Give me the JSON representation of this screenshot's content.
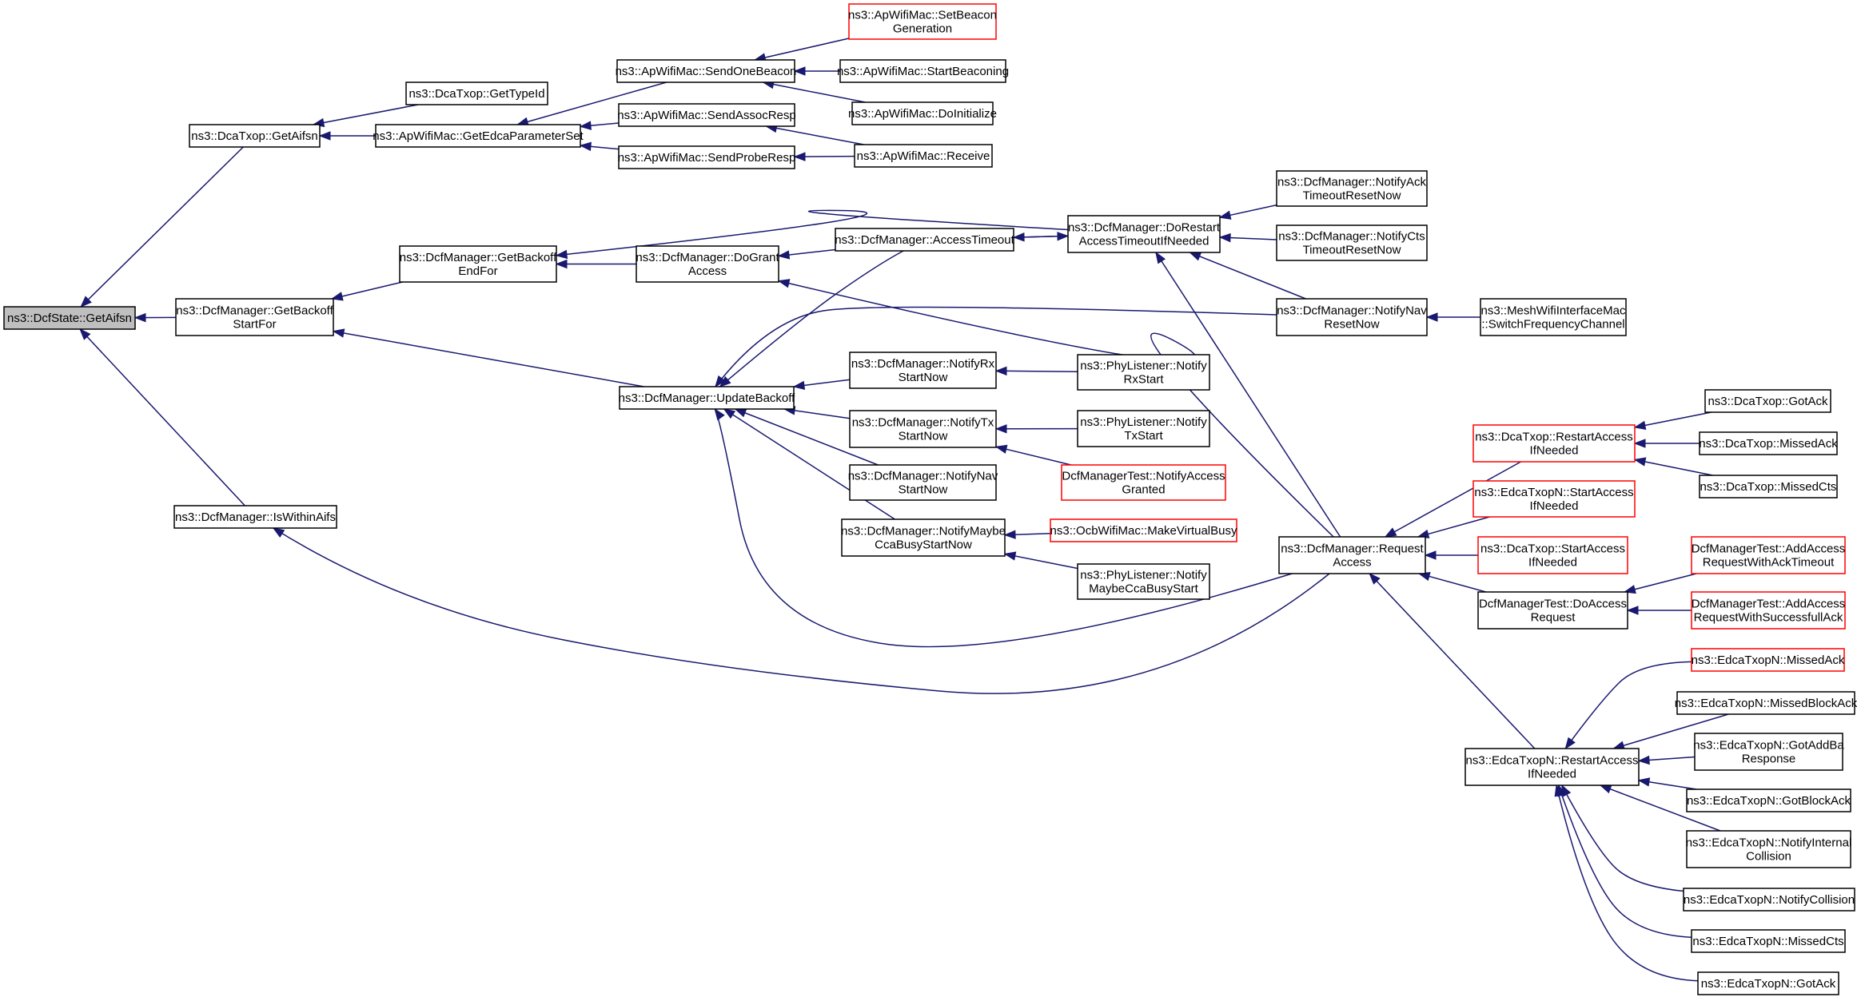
{
  "diagram": {
    "type": "call-graph",
    "colors": {
      "edge": "#191970",
      "node_border": "#000000",
      "truncated_border": "#ff0000",
      "root_fill": "#bfbfbf"
    },
    "nodes": [
      {
        "id": "dcfstate-getaifsn",
        "lines": [
          "ns3::DcfState::GetAifsn"
        ],
        "style": "root"
      },
      {
        "id": "dcatxop-getaifsn",
        "lines": [
          "ns3::DcaTxop::GetAifsn"
        ],
        "style": "normal"
      },
      {
        "id": "dcatxop-gettypeid",
        "lines": [
          "ns3::DcaTxop::GetTypeId"
        ],
        "style": "normal"
      },
      {
        "id": "apwifimac-getedcaparameterset",
        "lines": [
          "ns3::ApWifiMac::GetEdcaParameterSet"
        ],
        "style": "normal"
      },
      {
        "id": "apwifimac-sendonebeacon",
        "lines": [
          "ns3::ApWifiMac::SendOneBeacon"
        ],
        "style": "normal"
      },
      {
        "id": "apwifimac-setbeacongeneration",
        "lines": [
          "ns3::ApWifiMac::SetBeacon",
          "Generation"
        ],
        "style": "truncated"
      },
      {
        "id": "apwifimac-startbeaconing",
        "lines": [
          "ns3::ApWifiMac::StartBeaconing"
        ],
        "style": "normal"
      },
      {
        "id": "apwifimac-doinitialize",
        "lines": [
          "ns3::ApWifiMac::DoInitialize"
        ],
        "style": "normal"
      },
      {
        "id": "apwifimac-sendassocresp",
        "lines": [
          "ns3::ApWifiMac::SendAssocResp"
        ],
        "style": "normal"
      },
      {
        "id": "apwifimac-sendproberesp",
        "lines": [
          "ns3::ApWifiMac::SendProbeResp"
        ],
        "style": "normal"
      },
      {
        "id": "apwifimac-receive",
        "lines": [
          "ns3::ApWifiMac::Receive"
        ],
        "style": "normal"
      },
      {
        "id": "dcfmanager-getbackoffstartfor",
        "lines": [
          "ns3::DcfManager::GetBackoff",
          "StartFor"
        ],
        "style": "normal"
      },
      {
        "id": "dcfmanager-getbackoffendfor",
        "lines": [
          "ns3::DcfManager::GetBackoff",
          "EndFor"
        ],
        "style": "normal"
      },
      {
        "id": "dcfmanager-dogrant",
        "lines": [
          "ns3::DcfManager::DoGrant",
          "Access"
        ],
        "style": "normal"
      },
      {
        "id": "dcfmanager-accesstimeout",
        "lines": [
          "ns3::DcfManager::AccessTimeout"
        ],
        "style": "normal"
      },
      {
        "id": "dcfmanager-dorestart",
        "lines": [
          "ns3::DcfManager::DoRestart",
          "AccessTimeoutIfNeeded"
        ],
        "style": "normal"
      },
      {
        "id": "dcfmanager-notifyack",
        "lines": [
          "ns3::DcfManager::NotifyAck",
          "TimeoutResetNow"
        ],
        "style": "normal"
      },
      {
        "id": "dcfmanager-notifycts",
        "lines": [
          "ns3::DcfManager::NotifyCts",
          "TimeoutResetNow"
        ],
        "style": "normal"
      },
      {
        "id": "dcfmanager-notifynavreset",
        "lines": [
          "ns3::DcfManager::NotifyNav",
          "ResetNow"
        ],
        "style": "normal"
      },
      {
        "id": "meshwifiinterfacemac-switch",
        "lines": [
          "ns3::MeshWifiInterfaceMac",
          "::SwitchFrequencyChannel"
        ],
        "style": "normal"
      },
      {
        "id": "dcfmanager-updatebackoff",
        "lines": [
          "ns3::DcfManager::UpdateBackoff"
        ],
        "style": "normal"
      },
      {
        "id": "dcfmanager-notifyrx",
        "lines": [
          "ns3::DcfManager::NotifyRx",
          "StartNow"
        ],
        "style": "normal"
      },
      {
        "id": "phylistener-notifyrx",
        "lines": [
          "ns3::PhyListener::Notify",
          "RxStart"
        ],
        "style": "normal"
      },
      {
        "id": "dcfmanager-notifytx",
        "lines": [
          "ns3::DcfManager::NotifyTx",
          "StartNow"
        ],
        "style": "normal"
      },
      {
        "id": "phylistener-notifytx",
        "lines": [
          "ns3::PhyListener::Notify",
          "TxStart"
        ],
        "style": "normal"
      },
      {
        "id": "dcfmanagertest-notifyaccessgranted",
        "lines": [
          "DcfManagerTest::NotifyAccess",
          "Granted"
        ],
        "style": "truncated"
      },
      {
        "id": "dcfmanager-notifynavstart",
        "lines": [
          "ns3::DcfManager::NotifyNav",
          "StartNow"
        ],
        "style": "normal"
      },
      {
        "id": "dcfmanager-notifymaybecca",
        "lines": [
          "ns3::DcfManager::NotifyMaybe",
          "CcaBusyStartNow"
        ],
        "style": "normal"
      },
      {
        "id": "ocbwifimac-makevirtualbusy",
        "lines": [
          "ns3::OcbWifiMac::MakeVirtualBusy"
        ],
        "style": "truncated"
      },
      {
        "id": "phylistener-notifymaybecca",
        "lines": [
          "ns3::PhyListener::Notify",
          "MaybeCcaBusyStart"
        ],
        "style": "normal"
      },
      {
        "id": "dcfmanager-iswithinaifs",
        "lines": [
          "ns3::DcfManager::IsWithinAifs"
        ],
        "style": "normal"
      },
      {
        "id": "dcfmanager-requestaccess",
        "lines": [
          "ns3::DcfManager::Request",
          "Access"
        ],
        "style": "normal"
      },
      {
        "id": "dcatxop-restartaccess",
        "lines": [
          "ns3::DcaTxop::RestartAccess",
          "IfNeeded"
        ],
        "style": "truncated"
      },
      {
        "id": "dcatxop-gotack",
        "lines": [
          "ns3::DcaTxop::GotAck"
        ],
        "style": "normal"
      },
      {
        "id": "dcatxop-missedack",
        "lines": [
          "ns3::DcaTxop::MissedAck"
        ],
        "style": "normal"
      },
      {
        "id": "dcatxop-missedcts",
        "lines": [
          "ns3::DcaTxop::MissedCts"
        ],
        "style": "normal"
      },
      {
        "id": "edcatxopn-startaccess",
        "lines": [
          "ns3::EdcaTxopN::StartAccess",
          "IfNeeded"
        ],
        "style": "truncated"
      },
      {
        "id": "dcatxop-startaccess",
        "lines": [
          "ns3::DcaTxop::StartAccess",
          "IfNeeded"
        ],
        "style": "truncated"
      },
      {
        "id": "dcfmanagertest-doaccessrequest",
        "lines": [
          "DcfManagerTest::DoAccess",
          "Request"
        ],
        "style": "normal"
      },
      {
        "id": "dcfmanagertest-addaccessackto",
        "lines": [
          "DcfManagerTest::AddAccess",
          "RequestWithAckTimeout"
        ],
        "style": "truncated"
      },
      {
        "id": "dcfmanagertest-addaccesssuccess",
        "lines": [
          "DcfManagerTest::AddAccess",
          "RequestWithSuccessfullAck"
        ],
        "style": "truncated"
      },
      {
        "id": "edcatxopn-restartaccess",
        "lines": [
          "ns3::EdcaTxopN::RestartAccess",
          "IfNeeded"
        ],
        "style": "normal"
      },
      {
        "id": "edcatxopn-missedack",
        "lines": [
          "ns3::EdcaTxopN::MissedAck"
        ],
        "style": "truncated"
      },
      {
        "id": "edcatxopn-missedblockack",
        "lines": [
          "ns3::EdcaTxopN::MissedBlockAck"
        ],
        "style": "normal"
      },
      {
        "id": "edcatxopn-gotaddbaresponse",
        "lines": [
          "ns3::EdcaTxopN::GotAddBa",
          "Response"
        ],
        "style": "normal"
      },
      {
        "id": "edcatxopn-gotblockack",
        "lines": [
          "ns3::EdcaTxopN::GotBlockAck"
        ],
        "style": "normal"
      },
      {
        "id": "edcatxopn-notifyinternalcollision",
        "lines": [
          "ns3::EdcaTxopN::NotifyInternal",
          "Collision"
        ],
        "style": "normal"
      },
      {
        "id": "edcatxopn-notifycollision",
        "lines": [
          "ns3::EdcaTxopN::NotifyCollision"
        ],
        "style": "normal"
      },
      {
        "id": "edcatxopn-missedcts",
        "lines": [
          "ns3::EdcaTxopN::MissedCts"
        ],
        "style": "normal"
      },
      {
        "id": "edcatxopn-gotack",
        "lines": [
          "ns3::EdcaTxopN::GotAck"
        ],
        "style": "normal"
      }
    ],
    "edges": [
      {
        "from": "dcatxop-getaifsn",
        "to": "dcfstate-getaifsn"
      },
      {
        "from": "dcfmanager-getbackoffstartfor",
        "to": "dcfstate-getaifsn"
      },
      {
        "from": "dcfmanager-iswithinaifs",
        "to": "dcfstate-getaifsn"
      },
      {
        "from": "dcatxop-gettypeid",
        "to": "dcatxop-getaifsn"
      },
      {
        "from": "apwifimac-getedcaparameterset",
        "to": "dcatxop-getaifsn"
      },
      {
        "from": "apwifimac-sendonebeacon",
        "to": "apwifimac-getedcaparameterset"
      },
      {
        "from": "apwifimac-sendassocresp",
        "to": "apwifimac-getedcaparameterset"
      },
      {
        "from": "apwifimac-sendproberesp",
        "to": "apwifimac-getedcaparameterset"
      },
      {
        "from": "apwifimac-setbeacongeneration",
        "to": "apwifimac-sendonebeacon"
      },
      {
        "from": "apwifimac-startbeaconing",
        "to": "apwifimac-sendonebeacon"
      },
      {
        "from": "apwifimac-doinitialize",
        "to": "apwifimac-sendonebeacon"
      },
      {
        "from": "apwifimac-receive",
        "to": "apwifimac-sendassocresp"
      },
      {
        "from": "apwifimac-receive",
        "to": "apwifimac-sendproberesp"
      },
      {
        "from": "dcfmanager-getbackoffendfor",
        "to": "dcfmanager-getbackoffstartfor"
      },
      {
        "from": "dcfmanager-updatebackoff",
        "to": "dcfmanager-getbackoffstartfor"
      },
      {
        "from": "dcfmanager-dogrant",
        "to": "dcfmanager-getbackoffendfor"
      },
      {
        "from": "dcfmanager-dorestart",
        "to": "dcfmanager-getbackoffendfor"
      },
      {
        "from": "dcfmanager-accesstimeout",
        "to": "dcfmanager-dogrant"
      },
      {
        "from": "dcfmanager-requestaccess",
        "to": "dcfmanager-dogrant"
      },
      {
        "from": "dcfmanager-dorestart",
        "to": "dcfmanager-accesstimeout"
      },
      {
        "from": "dcfmanager-accesstimeout",
        "to": "dcfmanager-dorestart"
      },
      {
        "from": "dcfmanager-notifyack",
        "to": "dcfmanager-dorestart"
      },
      {
        "from": "dcfmanager-notifycts",
        "to": "dcfmanager-dorestart"
      },
      {
        "from": "dcfmanager-notifynavreset",
        "to": "dcfmanager-dorestart"
      },
      {
        "from": "dcfmanager-requestaccess",
        "to": "dcfmanager-dorestart"
      },
      {
        "from": "meshwifiinterfacemac-switch",
        "to": "dcfmanager-notifynavreset"
      },
      {
        "from": "dcfmanager-accesstimeout",
        "to": "dcfmanager-updatebackoff"
      },
      {
        "from": "dcfmanager-notifynavreset",
        "to": "dcfmanager-updatebackoff"
      },
      {
        "from": "dcfmanager-notifyrx",
        "to": "dcfmanager-updatebackoff"
      },
      {
        "from": "dcfmanager-notifytx",
        "to": "dcfmanager-updatebackoff"
      },
      {
        "from": "dcfmanager-notifynavstart",
        "to": "dcfmanager-updatebackoff"
      },
      {
        "from": "dcfmanager-notifymaybecca",
        "to": "dcfmanager-updatebackoff"
      },
      {
        "from": "dcfmanager-requestaccess",
        "to": "dcfmanager-updatebackoff"
      },
      {
        "from": "phylistener-notifyrx",
        "to": "dcfmanager-notifyrx"
      },
      {
        "from": "phylistener-notifytx",
        "to": "dcfmanager-notifytx"
      },
      {
        "from": "dcfmanagertest-notifyaccessgranted",
        "to": "dcfmanager-notifytx"
      },
      {
        "from": "ocbwifimac-makevirtualbusy",
        "to": "dcfmanager-notifymaybecca"
      },
      {
        "from": "phylistener-notifymaybecca",
        "to": "dcfmanager-notifymaybecca"
      },
      {
        "from": "dcfmanager-requestaccess",
        "to": "dcfmanager-iswithinaifs"
      },
      {
        "from": "dcatxop-restartaccess",
        "to": "dcfmanager-requestaccess"
      },
      {
        "from": "edcatxopn-startaccess",
        "to": "dcfmanager-requestaccess"
      },
      {
        "from": "dcatxop-startaccess",
        "to": "dcfmanager-requestaccess"
      },
      {
        "from": "dcfmanagertest-doaccessrequest",
        "to": "dcfmanager-requestaccess"
      },
      {
        "from": "edcatxopn-restartaccess",
        "to": "dcfmanager-requestaccess"
      },
      {
        "from": "dcatxop-gotack",
        "to": "dcatxop-restartaccess"
      },
      {
        "from": "dcatxop-missedack",
        "to": "dcatxop-restartaccess"
      },
      {
        "from": "dcatxop-missedcts",
        "to": "dcatxop-restartaccess"
      },
      {
        "from": "dcfmanagertest-addaccessackto",
        "to": "dcfmanagertest-doaccessrequest"
      },
      {
        "from": "dcfmanagertest-addaccesssuccess",
        "to": "dcfmanagertest-doaccessrequest"
      },
      {
        "from": "edcatxopn-missedack",
        "to": "edcatxopn-restartaccess"
      },
      {
        "from": "edcatxopn-missedblockack",
        "to": "edcatxopn-restartaccess"
      },
      {
        "from": "edcatxopn-gotaddbaresponse",
        "to": "edcatxopn-restartaccess"
      },
      {
        "from": "edcatxopn-gotblockack",
        "to": "edcatxopn-restartaccess"
      },
      {
        "from": "edcatxopn-notifyinternalcollision",
        "to": "edcatxopn-restartaccess"
      },
      {
        "from": "edcatxopn-notifycollision",
        "to": "edcatxopn-restartaccess"
      },
      {
        "from": "edcatxopn-missedcts",
        "to": "edcatxopn-restartaccess"
      },
      {
        "from": "edcatxopn-gotack",
        "to": "edcatxopn-restartaccess"
      }
    ]
  }
}
